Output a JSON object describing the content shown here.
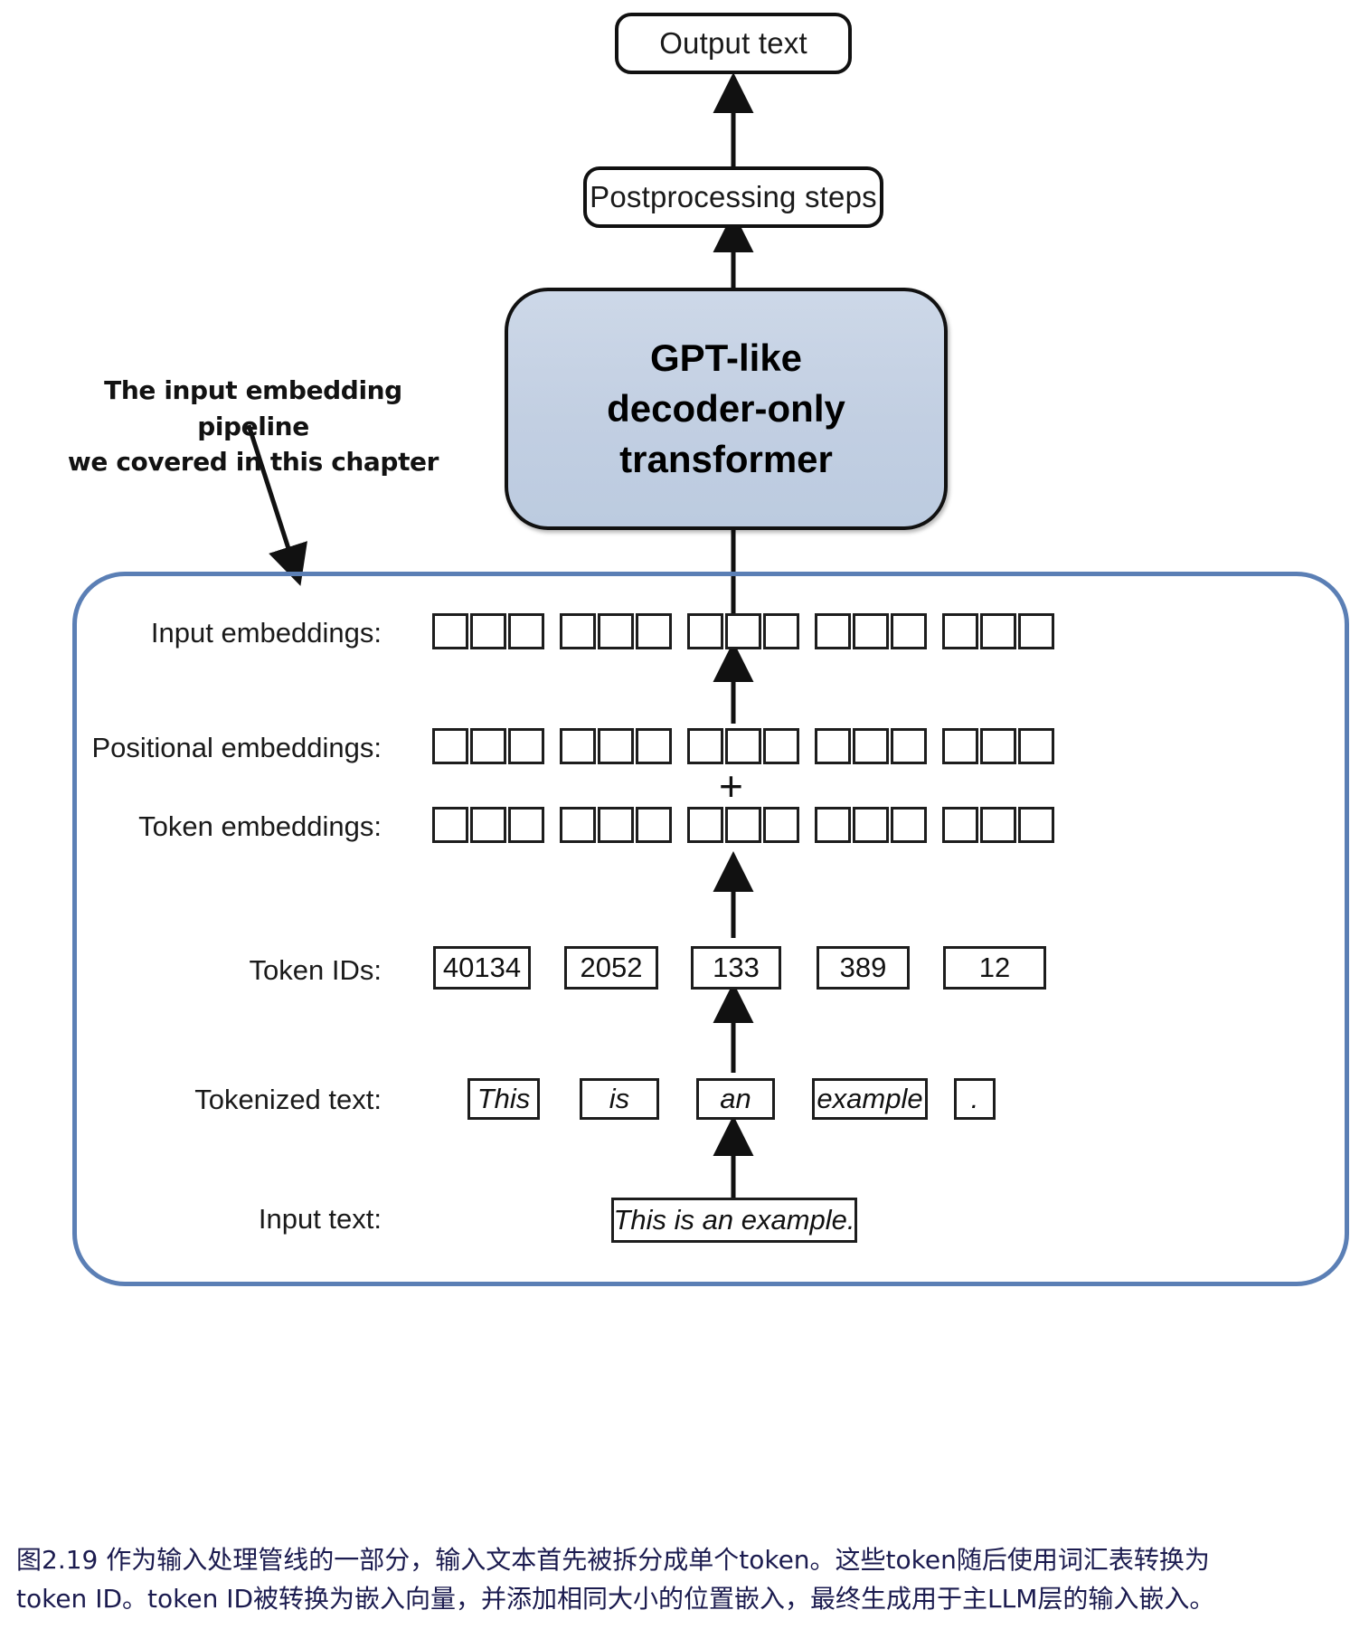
{
  "diagram": {
    "title": "LLM input embedding pipeline",
    "output_box": {
      "label": "Output text"
    },
    "postprocessing_box": {
      "label": "Postprocessing steps"
    },
    "transformer_box": {
      "label": "GPT-like\ndecoder-only\ntransformer"
    },
    "annotation": {
      "text": "The input embedding pipeline\nwe covered in this chapter"
    },
    "rows": [
      {
        "key": "input_embeddings",
        "label": "Input embeddings:"
      },
      {
        "key": "positional_embeddings",
        "label": "Positional embeddings:"
      },
      {
        "key": "token_embeddings",
        "label": "Token embeddings:"
      },
      {
        "key": "token_ids",
        "label": "Token IDs:"
      },
      {
        "key": "tokenized_text",
        "label": "Tokenized text:"
      },
      {
        "key": "input_text",
        "label": "Input text:"
      }
    ],
    "embedding_cells_per_group": 3,
    "embedding_groups": 5,
    "token_ids": [
      "40134",
      "2052",
      "133",
      "389",
      "12"
    ],
    "tokens": [
      "This",
      "is",
      "an",
      "example",
      "."
    ],
    "input_text": "This is an example.",
    "plus_symbol": "+",
    "colors": {
      "transformer_fill": "#c5d2e3",
      "pipeline_border": "#5b7fb5",
      "stroke": "#111111",
      "caption_text": "#1b1b4f"
    }
  },
  "caption": {
    "line1": "图2.19 作为输入处理管线的一部分，输入文本首先被拆分成单个token。这些token随后使用词汇表转换为",
    "line2": "token ID。token ID被转换为嵌入向量，并添加相同大小的位置嵌入，最终生成用于主LLM层的输入嵌入。"
  }
}
